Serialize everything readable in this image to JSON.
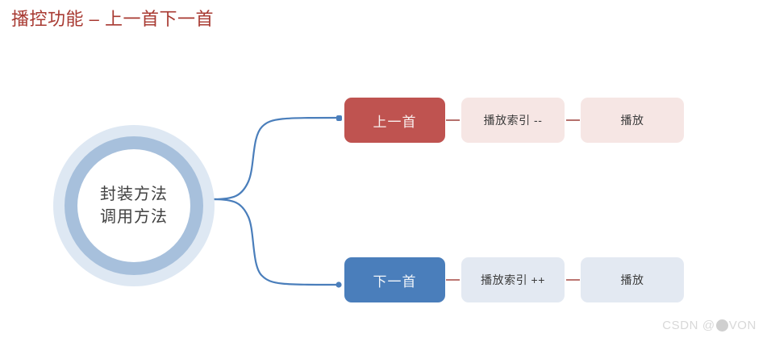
{
  "slide": {
    "title": "播控功能 – 上一首下一首",
    "title_color": "#A83A32",
    "background": "#FFFFFF"
  },
  "hub": {
    "line1": "封装方法",
    "line2": "调用方法",
    "outer_ring_color": "#DEE8F3",
    "inner_ring_color": "#A7C0DC",
    "core_color": "#FFFFFF",
    "text_color": "#414141"
  },
  "connector": {
    "color": "#4A7EBB",
    "endpoint_shape": "rounded-dot"
  },
  "branches": [
    {
      "id": "previous-track",
      "primary": {
        "label": "上一首",
        "fill": "#BF5350",
        "text_color": "#FAF0EF"
      },
      "steps": [
        {
          "label": "播放索引 --",
          "fill": "#F6E6E4",
          "text_color": "#3B3B3B"
        },
        {
          "label": "播放",
          "fill": "#F6E6E4",
          "text_color": "#3B3B3B"
        }
      ],
      "dash_color": "#B5706C"
    },
    {
      "id": "next-track",
      "primary": {
        "label": "下一首",
        "fill": "#4A7EBB",
        "text_color": "#F1F5FA"
      },
      "steps": [
        {
          "label": "播放索引 ++",
          "fill": "#E3E9F2",
          "text_color": "#3B3B3B"
        },
        {
          "label": "播放",
          "fill": "#E3E9F2",
          "text_color": "#3B3B3B"
        }
      ],
      "dash_color": "#BC7672"
    }
  ],
  "watermark": {
    "prefix": "CSDN @",
    "suffix": "VON",
    "color": "#D8D8D8"
  }
}
